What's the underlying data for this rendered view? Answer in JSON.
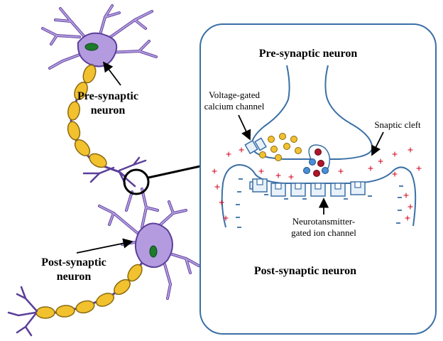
{
  "labels": {
    "pre_neuron_left_line1": "Pre-synaptic",
    "pre_neuron_left_line2": "neuron",
    "post_neuron_left_line1": "Post-synaptic",
    "post_neuron_left_line2": "neuron",
    "inset_pre_title": "Pre-synaptic neuron",
    "inset_post_title": "Post-synaptic neuron",
    "voltage_line1": "Voltage-gated",
    "voltage_line2": "calcium channel",
    "cleft": "Snaptic cleft",
    "ion_line1": "Neurotansmitter-",
    "ion_line2": "gated ion channel"
  },
  "colors": {
    "neuron_body": "#b49be0",
    "neuron_outline": "#5b3f99",
    "nucleus": "#1e7a2c",
    "myelin": "#f2c12e",
    "myelin_outline": "#8a6a10",
    "membrane": "#3a6fa5",
    "inset_border": "#3a6fa5",
    "inset_fill": "#e8f1fa",
    "positive_charge": "#d0021b",
    "negative_charge": "#3a6fa5",
    "vesicle_yellow": "#f2c12e",
    "vesicle_blue": "#4a8fd6",
    "vesicle_red": "#b0152a"
  }
}
